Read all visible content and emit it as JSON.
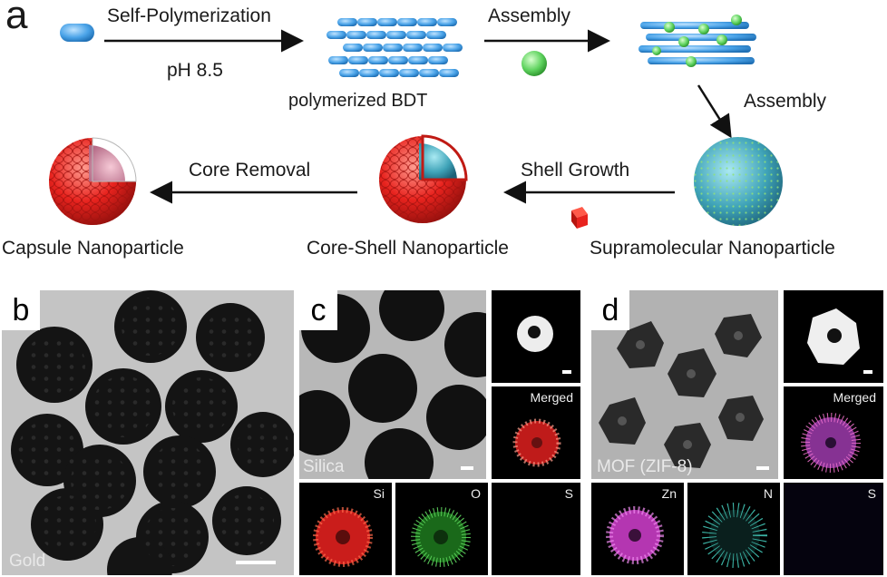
{
  "scheme": {
    "panel_label": "a",
    "step1_top": "Self-Polymerization",
    "step1_bottom": "pH 8.5",
    "polymer_caption": "polymerized BDT",
    "step2": "Assembly",
    "step3": "Assembly",
    "supramolecular": "Supramolecular Nanoparticle",
    "step4": "Shell Growth",
    "core_shell": "Core-Shell Nanoparticle",
    "step5": "Core Removal",
    "capsule": "Capsule Nanoparticle"
  },
  "panel_b": {
    "label": "b",
    "material": "Gold"
  },
  "panel_c": {
    "label": "c",
    "material": "Silica",
    "merged": "Merged",
    "maps": [
      "Si",
      "O",
      "S"
    ]
  },
  "panel_d": {
    "label": "d",
    "material": "MOF (ZIF-8)",
    "merged": "Merged",
    "maps": [
      "Zn",
      "N",
      "S"
    ]
  },
  "colors": {
    "monomer": "#4aa3e8",
    "sphere_green": "#5fd35f",
    "shell_red": "#e8231e",
    "core_teal": "#3fa3b8",
    "tem_gray": "#bdbdbd",
    "si_red": "#e0201e",
    "o_green": "#2fbf2f",
    "zn_magenta": "#d43fd0",
    "n_cyan": "#45d0c0"
  }
}
